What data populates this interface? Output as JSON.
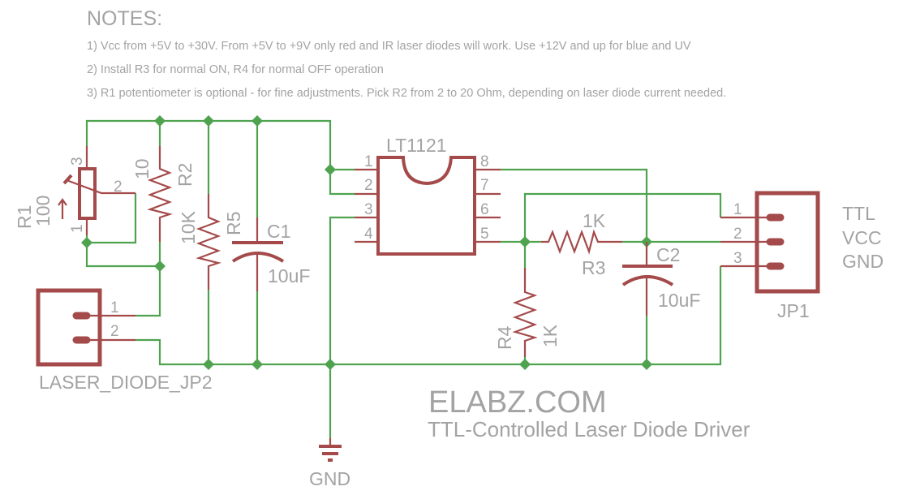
{
  "notes": {
    "title": "NOTES:",
    "lines": [
      "1) Vcc from +5V to +30V. From +5V to +9V only red and IR laser diodes will work. Use +12V and up for blue and UV",
      "2) Install R3 for normal ON, R4 for normal OFF operation",
      "3) R1 potentiometer is optional - for fine adjustments. Pick R2 from 2 to 20 Ohm, depending on laser diode current needed."
    ]
  },
  "components": {
    "r1": {
      "name": "R1",
      "value": "100",
      "pins": [
        "1",
        "2",
        "3"
      ]
    },
    "r2": {
      "name": "R2",
      "value": "10"
    },
    "r5": {
      "name": "R5",
      "value": "10K"
    },
    "c1": {
      "name": "C1",
      "value": "10uF"
    },
    "ic": {
      "name": "LT1121",
      "pins": [
        "1",
        "2",
        "3",
        "4",
        "5",
        "6",
        "7",
        "8"
      ]
    },
    "r3": {
      "name": "R3",
      "value": "1K"
    },
    "r4": {
      "name": "R4",
      "value": "1K"
    },
    "c2": {
      "name": "C2",
      "value": "10uF"
    },
    "jp1": {
      "name": "JP1",
      "pins": [
        "1",
        "2",
        "3"
      ],
      "signals": [
        "TTL",
        "VCC",
        "GND"
      ]
    },
    "jp2": {
      "name": "LASER_DIODE_JP2",
      "pins": [
        "1",
        "2"
      ]
    },
    "gnd": {
      "name": "GND"
    }
  },
  "title_block": {
    "brand": "ELABZ.COM",
    "subtitle": "TTL-Controlled Laser Diode Driver"
  },
  "colors": {
    "wire": "#4fa34f",
    "part": "#a44a4a",
    "text": "#a3a3a3"
  }
}
